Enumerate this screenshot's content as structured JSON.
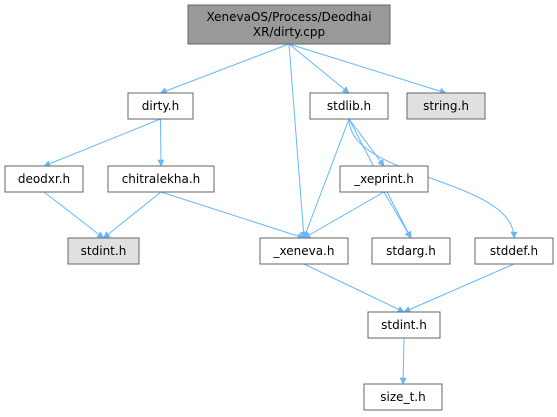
{
  "colors": {
    "edge": "#63b8ff",
    "node_border": "#666666",
    "node_fill": "#ffffff",
    "root_fill": "#999999",
    "external_fill": "#e0e0e0"
  },
  "nodes": {
    "root": {
      "lines": [
        "XenevaOS/Process/Deodhai",
        "XR/dirty.cpp"
      ],
      "style": "root"
    },
    "dirty_h": {
      "lines": [
        "dirty.h"
      ],
      "style": "normal"
    },
    "stdlib_h": {
      "lines": [
        "stdlib.h"
      ],
      "style": "normal"
    },
    "string_h": {
      "lines": [
        "string.h"
      ],
      "style": "external"
    },
    "deodxr_h": {
      "lines": [
        "deodxr.h"
      ],
      "style": "normal"
    },
    "chitralekha": {
      "lines": [
        "chitralekha.h"
      ],
      "style": "normal"
    },
    "xeprint_h": {
      "lines": [
        "_xeprint.h"
      ],
      "style": "normal"
    },
    "stdint_ext": {
      "lines": [
        "stdint.h"
      ],
      "style": "external"
    },
    "xeneva_h": {
      "lines": [
        "_xeneva.h"
      ],
      "style": "normal"
    },
    "stdarg_h": {
      "lines": [
        "stdarg.h"
      ],
      "style": "normal"
    },
    "stddef_h": {
      "lines": [
        "stddef.h"
      ],
      "style": "normal"
    },
    "stdint_h": {
      "lines": [
        "stdint.h"
      ],
      "style": "normal"
    },
    "size_t_h": {
      "lines": [
        "size_t.h"
      ],
      "style": "normal"
    }
  },
  "edges": [
    [
      "root",
      "dirty_h"
    ],
    [
      "root",
      "xeneva_h"
    ],
    [
      "root",
      "stdlib_h"
    ],
    [
      "root",
      "string_h"
    ],
    [
      "dirty_h",
      "deodxr_h"
    ],
    [
      "dirty_h",
      "chitralekha"
    ],
    [
      "deodxr_h",
      "stdint_ext"
    ],
    [
      "chitralekha",
      "stdint_ext"
    ],
    [
      "chitralekha",
      "xeneva_h"
    ],
    [
      "stdlib_h",
      "xeneva_h"
    ],
    [
      "stdlib_h",
      "xeprint_h"
    ],
    [
      "stdlib_h",
      "stdarg_h"
    ],
    [
      "stdlib_h",
      "stddef_h"
    ],
    [
      "xeprint_h",
      "xeneva_h"
    ],
    [
      "xeprint_h",
      "stdarg_h"
    ],
    [
      "xeneva_h",
      "stdint_h"
    ],
    [
      "stddef_h",
      "stdint_h"
    ],
    [
      "stdint_h",
      "size_t_h"
    ]
  ]
}
